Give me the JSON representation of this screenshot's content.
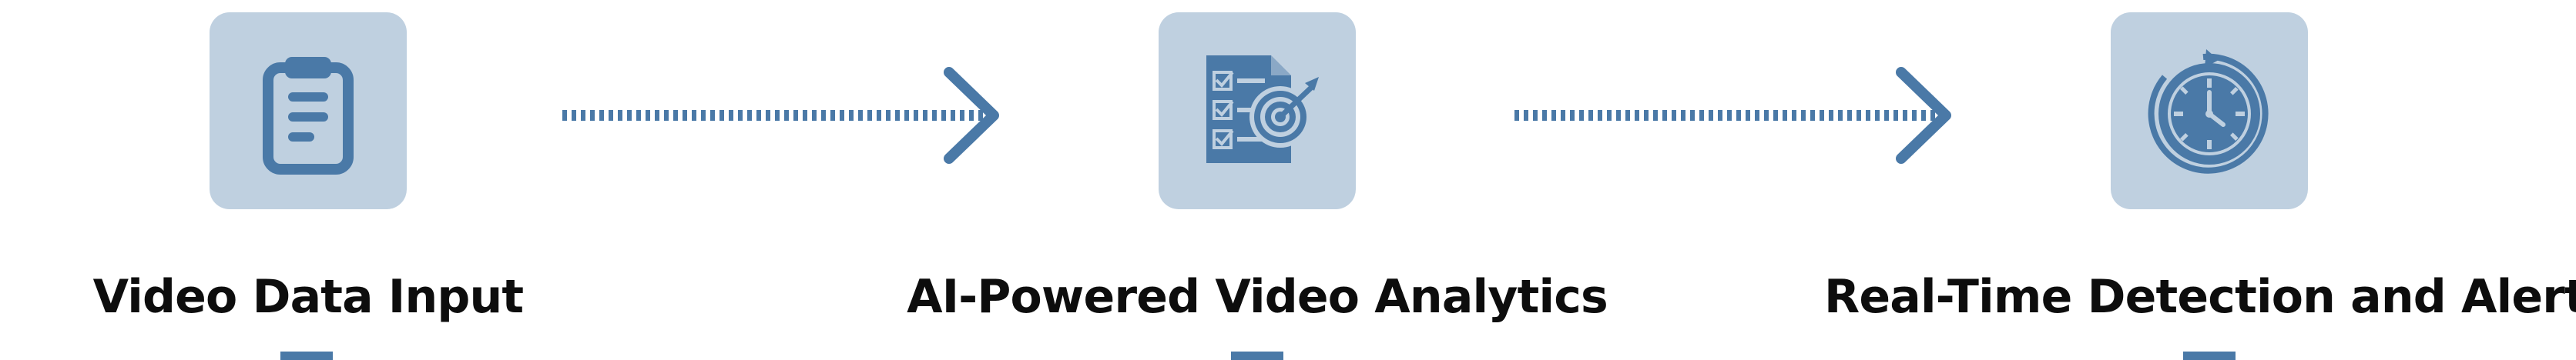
{
  "diagram": {
    "colors": {
      "accent": "#4a79a7",
      "tile": "#bfd0e0",
      "label": "#0d0d0d"
    },
    "steps": [
      {
        "label": "Video Data Input",
        "icon": "clipboard-icon"
      },
      {
        "label": "AI-Powered Video Analytics",
        "icon": "checklist-target-icon"
      },
      {
        "label": "Real-Time Detection and Alerts",
        "icon": "stopwatch-icon"
      }
    ],
    "connectors": [
      {
        "style": "dotted",
        "direction": "right"
      },
      {
        "style": "dotted",
        "direction": "right"
      }
    ]
  }
}
